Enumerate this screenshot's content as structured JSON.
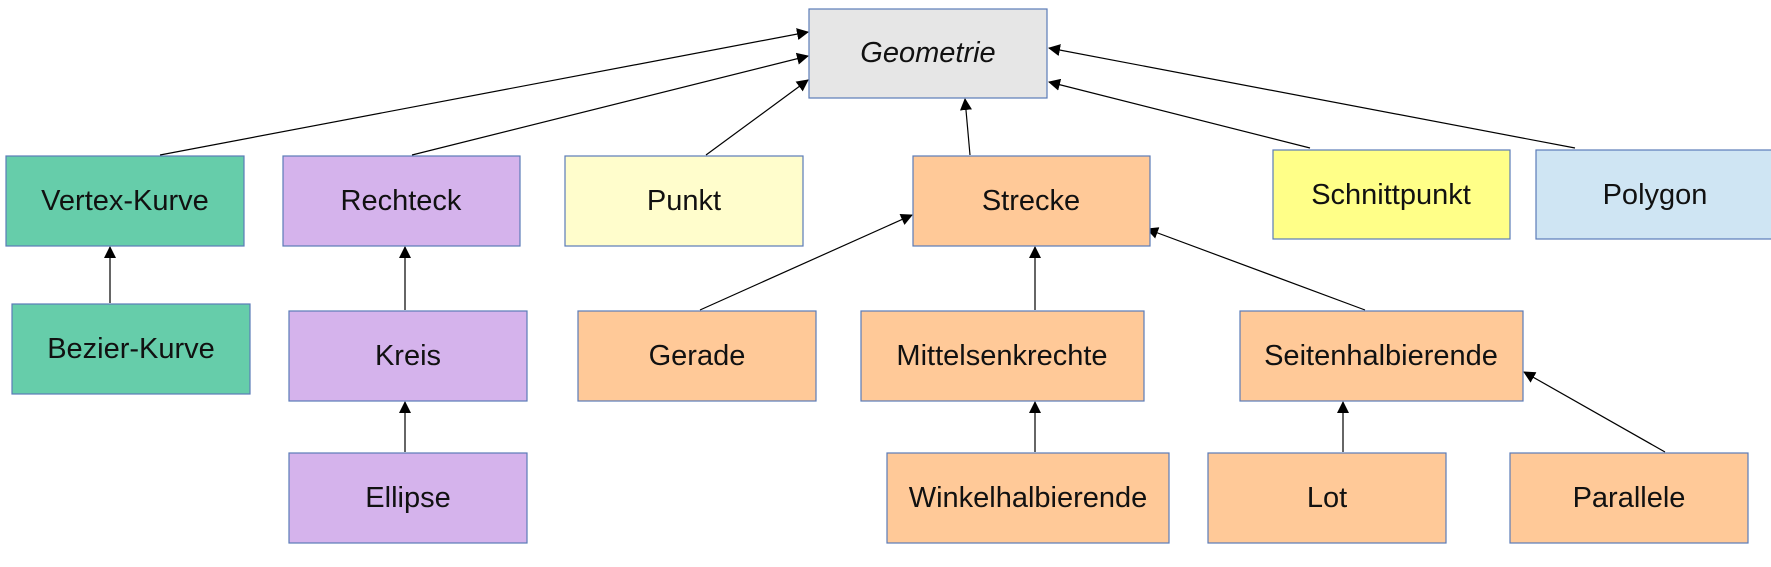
{
  "diagram": {
    "nodes": {
      "geometrie": "Geometrie",
      "vertex_kurve": "Vertex-Kurve",
      "rechteck": "Rechteck",
      "punkt": "Punkt",
      "strecke": "Strecke",
      "schnittpunkt": "Schnittpunkt",
      "polygon": "Polygon",
      "bezier_kurve": "Bezier-Kurve",
      "kreis": "Kreis",
      "gerade": "Gerade",
      "mittelsenkrechte": "Mittelsenkrechte",
      "seitenhalbierende": "Seitenhalbierende",
      "ellipse": "Ellipse",
      "winkelhalbierende": "Winkelhalbierende",
      "lot": "Lot",
      "parallele": "Parallele"
    },
    "edges": [
      {
        "from": "vertex_kurve",
        "to": "geometrie"
      },
      {
        "from": "rechteck",
        "to": "geometrie"
      },
      {
        "from": "punkt",
        "to": "geometrie"
      },
      {
        "from": "strecke",
        "to": "geometrie"
      },
      {
        "from": "schnittpunkt",
        "to": "geometrie"
      },
      {
        "from": "polygon",
        "to": "geometrie"
      },
      {
        "from": "bezier_kurve",
        "to": "vertex_kurve"
      },
      {
        "from": "kreis",
        "to": "rechteck"
      },
      {
        "from": "ellipse",
        "to": "kreis"
      },
      {
        "from": "gerade",
        "to": "strecke"
      },
      {
        "from": "mittelsenkrechte",
        "to": "strecke"
      },
      {
        "from": "seitenhalbierende",
        "to": "strecke"
      },
      {
        "from": "winkelhalbierende",
        "to": "mittelsenkrechte"
      },
      {
        "from": "lot",
        "to": "seitenhalbierende"
      },
      {
        "from": "parallele",
        "to": "seitenhalbierende"
      }
    ],
    "colors": {
      "gray": "#e6e6e6",
      "green": "#66cdaa",
      "purple": "#d5b3ec",
      "light_yellow": "#fffdcc",
      "orange": "#ffc998",
      "yellow": "#ffff88",
      "light_blue": "#cfe5f3"
    }
  }
}
